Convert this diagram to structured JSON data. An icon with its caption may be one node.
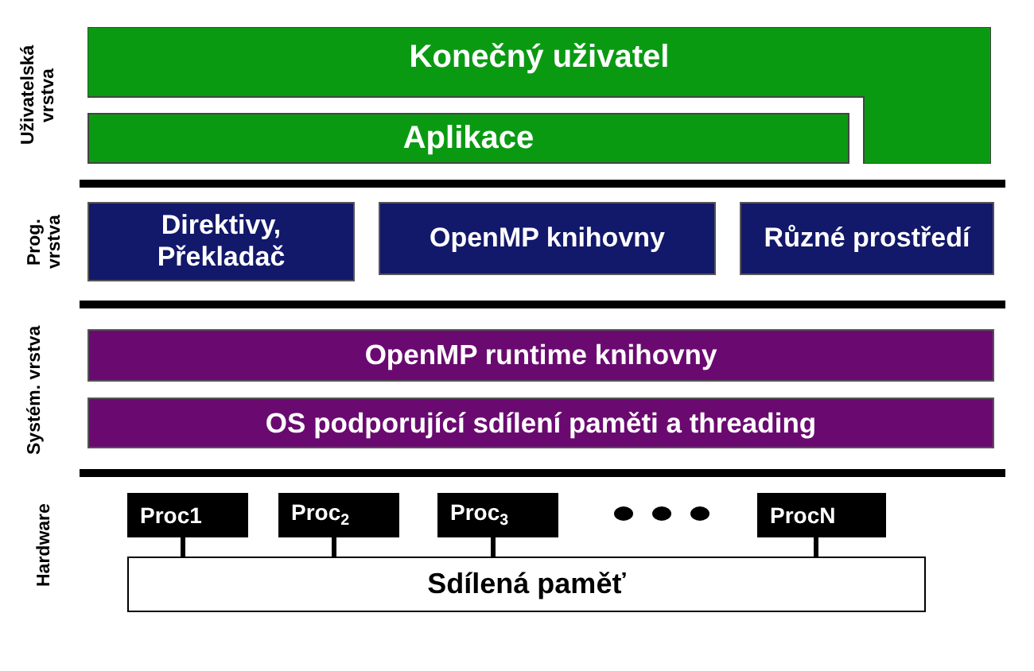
{
  "diagram": {
    "nodes": [
      {
        "text": [
          "Konečný uživatel"
        ]
      },
      {
        "text": [
          "Aplikace"
        ]
      },
      {
        "text": [
          "Direktivy, Překladač"
        ]
      },
      {
        "text": [
          "OpenMP knihovny"
        ]
      },
      {
        "text": [
          "Různé prostředí"
        ]
      },
      {
        "text": [
          "OpenMP runtime knihovny"
        ]
      },
      {
        "text": [
          "OS podporující sdílení paměti a threading"
        ]
      },
      {
        "text": [
          "Proc1"
        ]
      },
      {
        "text": [
          "Proc$_{2}$"
        ]
      },
      {
        "text": [
          "Proc$_{3}$"
        ]
      },
      {
        "text": [
          "ProcN"
        ]
      },
      {
        "text": [
          "Sdílená paměť"
        ]
      }
    ],
    "edges": [
      {
        "from": 7,
        "to": 11,
        "arrow": "none"
      },
      {
        "from": 8,
        "to": 11,
        "arrow": "none"
      },
      {
        "from": 9,
        "to": 11,
        "arrow": "none"
      },
      {
        "from": 10,
        "to": 11,
        "arrow": "none"
      }
    ],
    "labels": [
      "Uživatelská vrstva",
      "Prog. vrstva",
      "Systém. vrstva",
      "Hardware"
    ]
  }
}
